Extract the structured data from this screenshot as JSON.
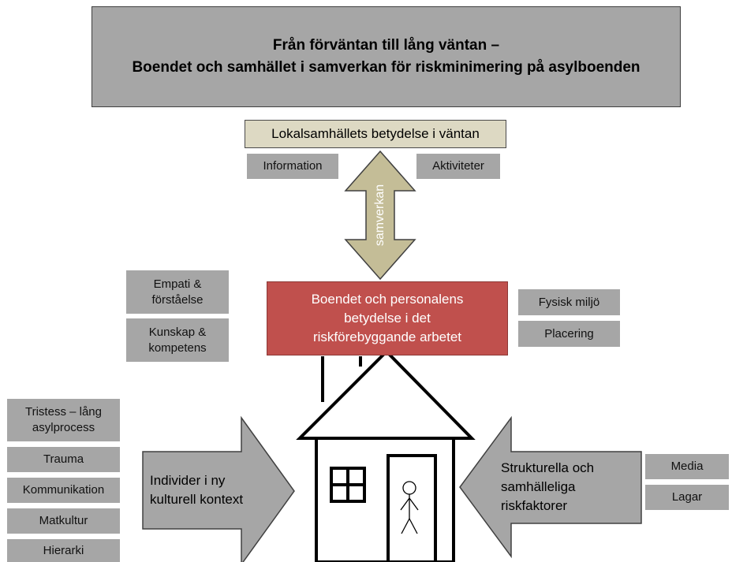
{
  "title_line1": "Från förväntan till lång väntan –",
  "title_line2": "Boendet och samhället i samverkan för riskminimering på asylboenden",
  "local_society": "Lokalsamhällets betydelse i väntan",
  "local_tags": [
    "Information",
    "Aktiviteter"
  ],
  "samverkan": "samverkan",
  "boendet": "Boendet och personalens\nbetydelse i det\nriskförebyggande arbetet",
  "left_tags": [
    "Empati &\nförståelse",
    "Kunskap &\nkompetens"
  ],
  "right_tags": [
    "Fysisk miljö",
    "Placering"
  ],
  "individer": "Individer i ny\nkulturell kontext",
  "individual_factors": [
    "Tristess – lång\nasylprocess",
    "Trauma",
    "Kommunikation",
    "Matkultur",
    "Hierarki"
  ],
  "strukturella": "Strukturella och\nsamhälleliga\nriskfaktorer",
  "structural_factors": [
    "Media",
    "Lagar"
  ],
  "colors": {
    "gray_box": "#a6a6a6",
    "tan_box": "#ddd9c3",
    "red_box": "#c0504d",
    "arrow_fill": "#a6a6a6",
    "double_arrow_fill": "#c4bd97"
  }
}
